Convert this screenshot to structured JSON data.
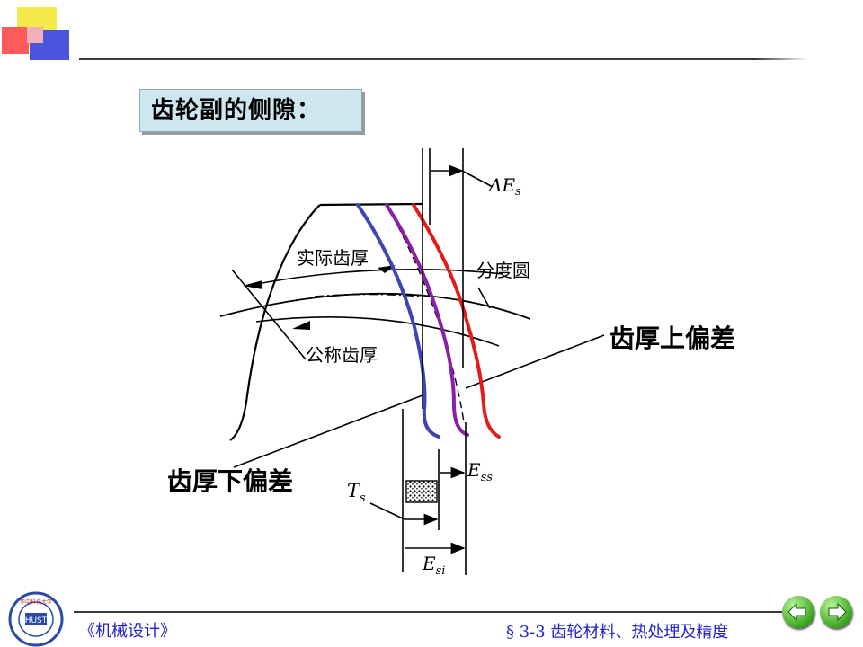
{
  "title": "齿轮副的侧隙：",
  "diagram": {
    "labels": {
      "delta_es": "ΔE",
      "delta_es_sub": "s",
      "actual_thickness": "实际齿厚",
      "pitch_circle": "分度圆",
      "nominal_thickness": "公称齿厚",
      "upper_deviation": "齿厚上偏差",
      "lower_deviation": "齿厚下偏差",
      "ts": "T",
      "ts_sub": "s",
      "ess": "E",
      "ess_sub": "ss",
      "esi": "E",
      "esi_sub": "si"
    },
    "colors": {
      "upper_profile": "#e41b1b",
      "middle_profile": "#8b1fa8",
      "lower_profile": "#3b45b3",
      "line": "#000000"
    }
  },
  "footer": {
    "course": "《机械设计》",
    "section": "§ 3-3  齿轮材料、热处理及精度"
  },
  "nav": {
    "prev_icon": "left-arrow-icon",
    "next_icon": "right-arrow-icon"
  },
  "logo": {
    "name": "university-seal-icon",
    "text": "华中科技大学"
  }
}
